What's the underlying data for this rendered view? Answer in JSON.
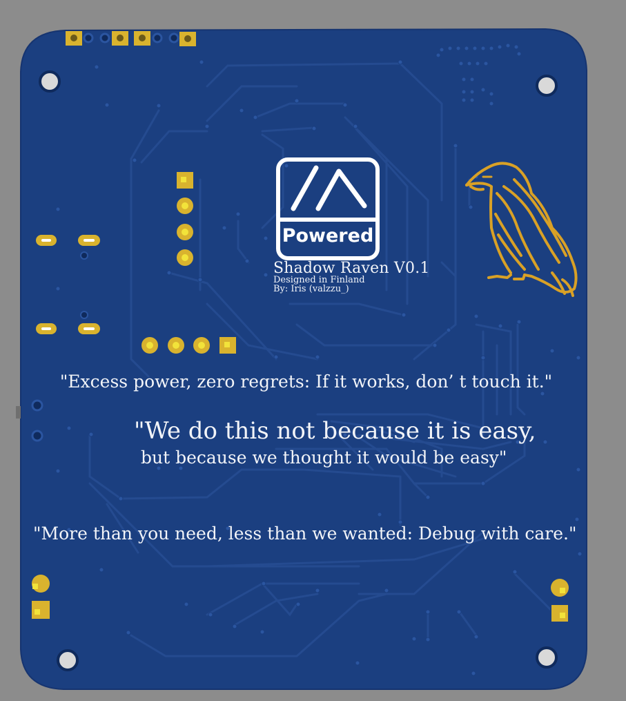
{
  "board": {
    "colors": {
      "background": "#8c8c8c",
      "soldermask": "#1b3f80",
      "trace": "#254b90",
      "copper": "#d9b32e",
      "silkscreen": "#f2f4f8",
      "raven": "#d9a126"
    }
  },
  "logo": {
    "icon": "ka-arrow-logo-icon",
    "label": "Powered"
  },
  "board_text": {
    "title": "Shadow Raven V0.1",
    "designed": "Designed in Finland",
    "author": "By: Iris (valzzu_)"
  },
  "quotes": {
    "q1": "\"Excess power, zero regrets: If it works, don’  t touch it.\"",
    "q2_line1": "\"We do this not because it is easy,",
    "q2_line2": "but because we thought it would be easy\"",
    "q3": "\"More than you need, less than we wanted: Debug with care.\""
  },
  "artwork": {
    "raven": "raven-icon"
  }
}
